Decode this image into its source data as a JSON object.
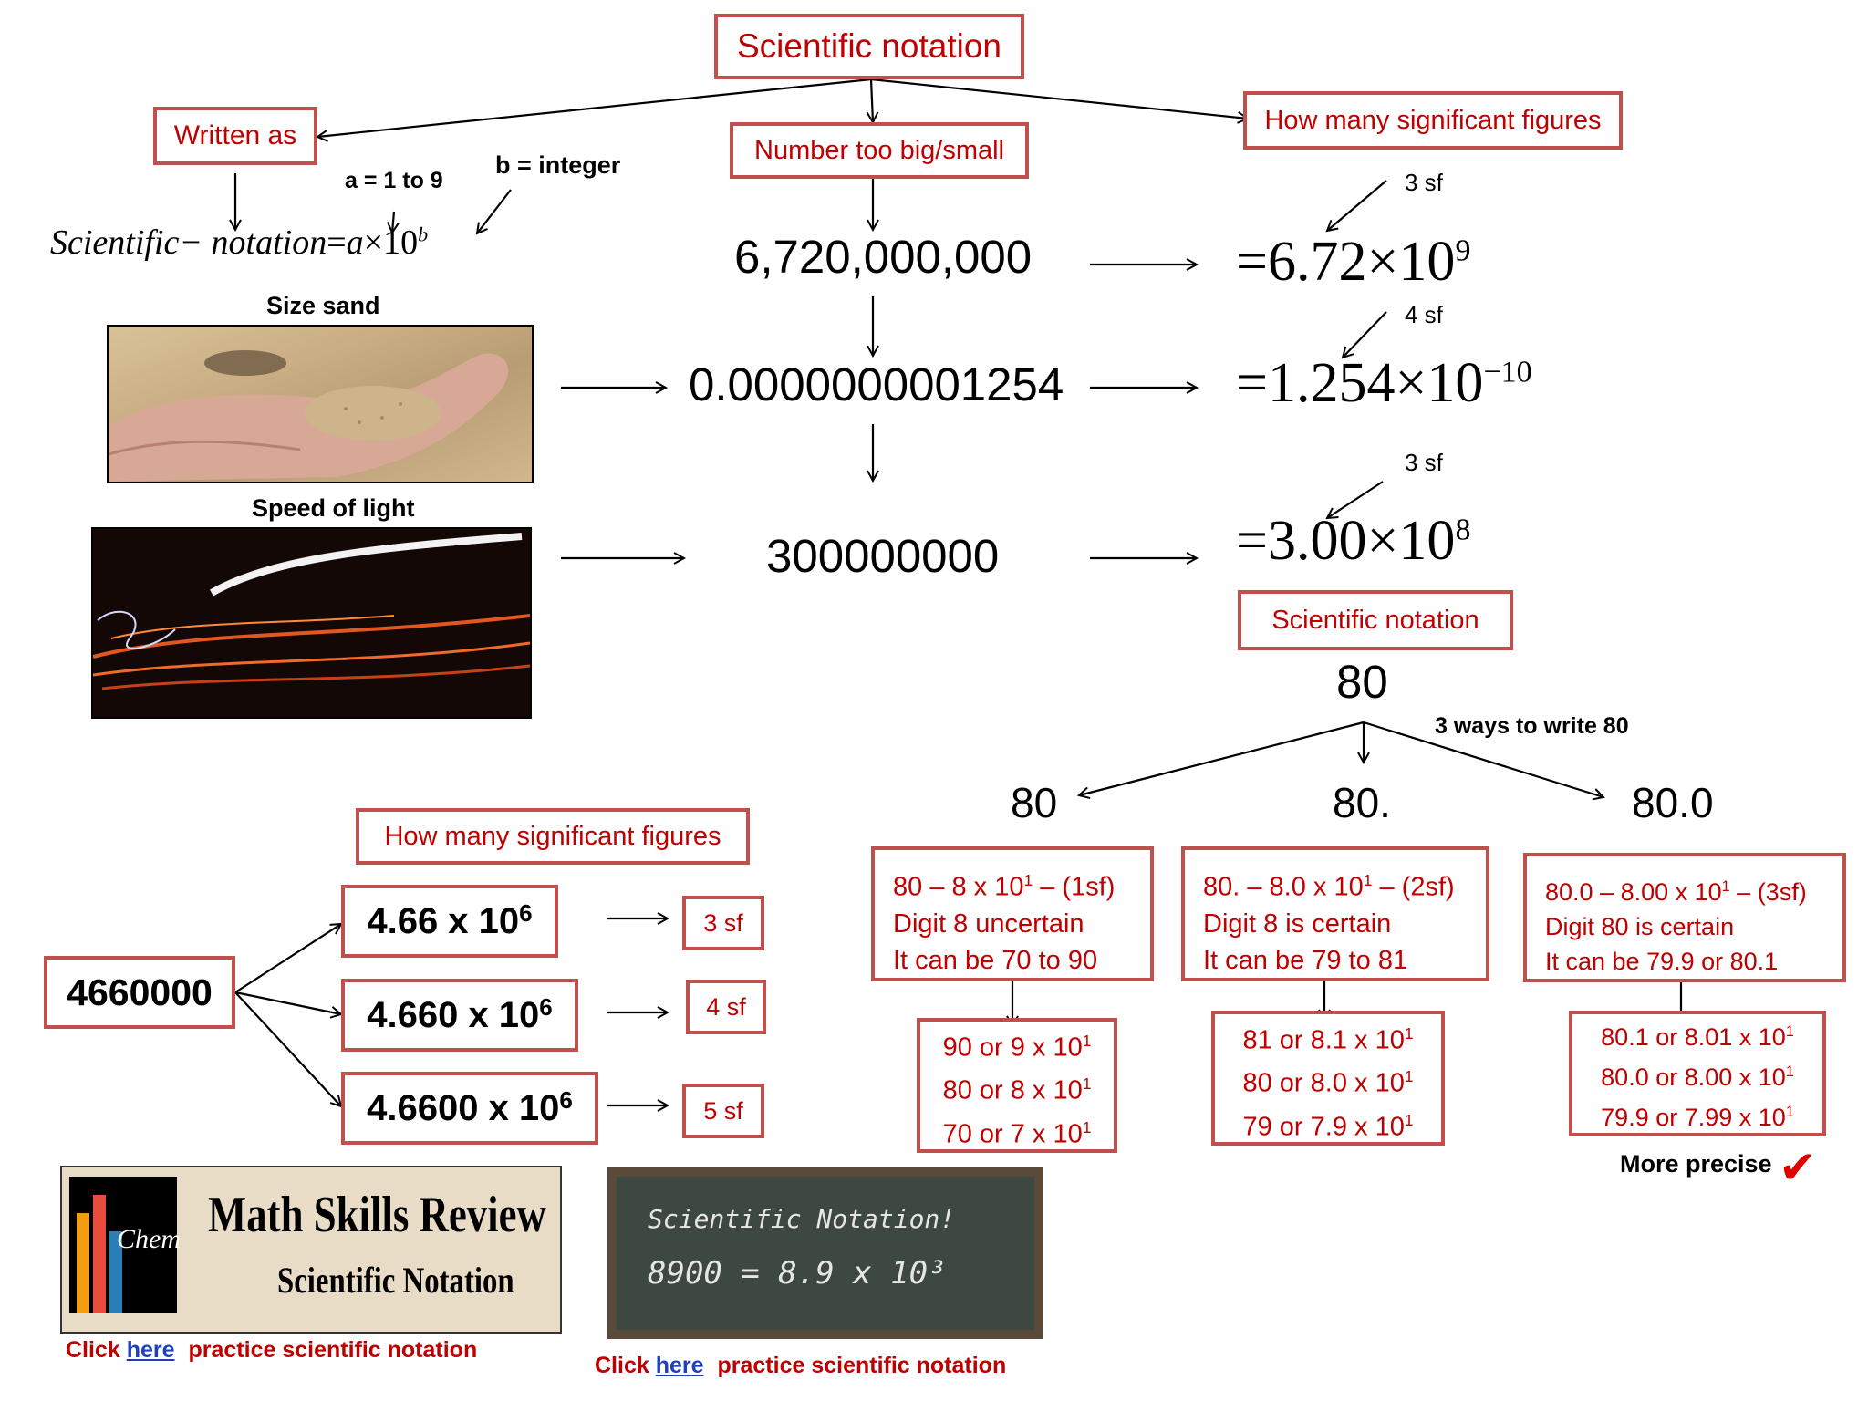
{
  "main": {
    "title": "Scientific notation",
    "written_as": "Written as",
    "too_big": "Number too big/small",
    "how_many_sf": "How many significant figures",
    "a_label": "a = 1 to 9",
    "b_label": "b = integer",
    "formula_lhs": "Scientific− notation",
    "formula_eq": "=",
    "formula_a": "a",
    "formula_times": "×10",
    "formula_b": "b",
    "size_sand": "Size sand",
    "speed_light": "Speed of light",
    "num1": "6,720,000,000",
    "num2": "0.0000000001254",
    "num3": "300000000",
    "res1_main": "=6.72×10",
    "res1_exp": "9",
    "res1_sf": "3 sf",
    "res2_main": "=1.254×10",
    "res2_exp": "−10",
    "res2_sf": "4 sf",
    "res3_main": "=3.00×10",
    "res3_exp": "8",
    "res3_sf": "3 sf"
  },
  "eighty": {
    "box_label": "Scientific notation",
    "number": "80",
    "ways": "3 ways to write 80",
    "col1": {
      "head": "80",
      "l1": "80 – 8 x 10",
      "l1sup": "1",
      "l1tail": " – (1sf)",
      "l2": "Digit 8 uncertain",
      "l3": "It can be 70 to 90",
      "v1": "90 or 9 x 10",
      "v2": "80 or 8 x 10",
      "v3": "70 or 7 x 10",
      "sup": "1"
    },
    "col2": {
      "head": "80.",
      "l1": "80. – 8.0 x 10",
      "l1sup": "1",
      "l1tail": " – (2sf)",
      "l2": "Digit 8 is certain",
      "l3": "It can be 79 to 81",
      "v1": "81 or 8.1 x 10",
      "v2": "80 or 8.0 x 10",
      "v3": "79 or 7.9 x 10",
      "sup": "1"
    },
    "col3": {
      "head": "80.0",
      "l1": "80.0 – 8.00 x 10",
      "l1sup": "1",
      "l1tail": " – (3sf)",
      "l2": "Digit 80 is certain",
      "l3": "It can be 79.9 or 80.1",
      "v1": "80.1 or 8.01 x 10",
      "v2": "80.0 or 8.00 x 10",
      "v3": "79.9 or 7.99 x 10",
      "sup": "1"
    },
    "more_precise": "More precise",
    "check": "✔"
  },
  "sfig": {
    "title": "How many significant figures",
    "source": "4660000",
    "r1": "4.66 x 10",
    "r1sf": "3 sf",
    "r2": "4.660 x 10",
    "r2sf": "4 sf",
    "r3": "4.6600 x 10",
    "r3sf": "5 sf",
    "exp": "6"
  },
  "footer": {
    "banner_title": "Math Skills Review",
    "banner_sub": "Scientific Notation",
    "banner_logo": "Chem",
    "chalk_l1": "Scientific Notation!",
    "chalk_l2": "8900 = 8.9 x 10³",
    "click": "Click",
    "here": "here",
    "practice": "practice scientific notation"
  }
}
